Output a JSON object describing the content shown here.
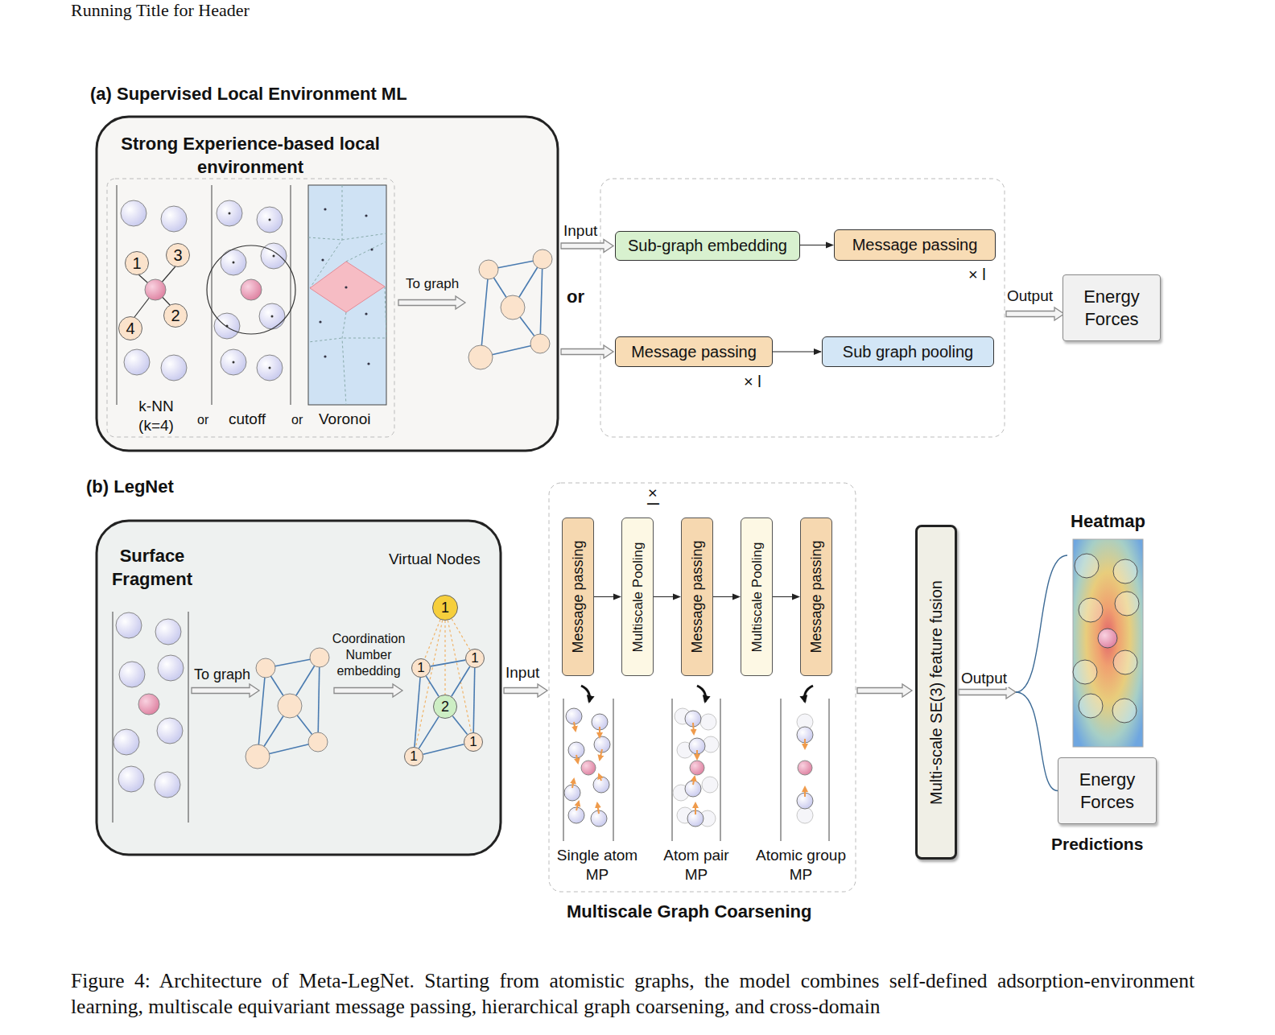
{
  "diagram": {
    "caption": "Figure 4: Architecture of Meta-LegNet. Starting from atomistic graphs, the model combines self-defined adsorption-environment learning, multiscale equivariant message passing, hierarchical graph coarsening, and cross-domain",
    "nodes": [
      {
        "text": [
          "Strong Experience-based local environment"
        ]
      },
      {
        "text": [
          "1"
        ],
        "in": 0
      },
      {
        "text": [
          "3"
        ],
        "in": 0
      },
      {
        "text": [
          "2"
        ],
        "in": 0
      },
      {
        "text": [
          "4"
        ],
        "in": 0
      },
      {
        "text": [
          "Sub-graph embedding"
        ]
      },
      {
        "text": [
          "Message passing"
        ]
      },
      {
        "text": [
          "Message passing"
        ]
      },
      {
        "text": [
          "Sub graph pooling"
        ]
      },
      {
        "text": [
          "Energy Forces"
        ]
      },
      {
        "text": [
          "Surface Fragment"
        ]
      },
      {
        "text": [
          "1"
        ],
        "in": 10
      },
      {
        "text": [
          "1"
        ],
        "in": 10
      },
      {
        "text": [
          "1"
        ],
        "in": 10
      },
      {
        "text": [
          "2"
        ],
        "in": 10
      },
      {
        "text": [
          "1"
        ],
        "in": 10
      },
      {
        "text": [
          "1"
        ],
        "in": 10
      },
      {
        "text": [
          "Message passing"
        ]
      },
      {
        "text": [
          "Multiscale Pooling"
        ]
      },
      {
        "text": [
          "Message passing"
        ]
      },
      {
        "text": [
          "Multiscale Pooling"
        ]
      },
      {
        "text": [
          "Message passing"
        ]
      },
      {
        "text": [
          "Multi-scale SE(3) feature fusion"
        ]
      },
      {
        "text": [
          "Heatmap"
        ]
      },
      {
        "text": [
          "Energy Forces"
        ]
      }
    ],
    "edges": [
      {
        "from": 0,
        "to": 5,
        "arrow": "to",
        "label": "Input"
      },
      {
        "from": 0,
        "to": 7,
        "arrow": "to"
      },
      {
        "from": 5,
        "to": 6,
        "arrow": "to"
      },
      {
        "from": 7,
        "to": 8,
        "arrow": "to"
      },
      {
        "from": 11,
        "to": 12,
        "arrow": "none"
      },
      {
        "from": 11,
        "to": 13,
        "arrow": "none"
      },
      {
        "from": 11,
        "to": 14,
        "arrow": "none"
      },
      {
        "from": 11,
        "to": 15,
        "arrow": "none"
      },
      {
        "from": 11,
        "to": 16,
        "arrow": "none"
      },
      {
        "from": 12,
        "to": 13,
        "arrow": "none"
      },
      {
        "from": 12,
        "to": 14,
        "arrow": "none"
      },
      {
        "from": 13,
        "to": 14,
        "arrow": "none"
      },
      {
        "from": 12,
        "to": 15,
        "arrow": "none"
      },
      {
        "from": 14,
        "to": 16,
        "arrow": "none"
      },
      {
        "from": 15,
        "to": 16,
        "arrow": "none"
      },
      {
        "from": 13,
        "to": 16,
        "arrow": "none"
      },
      {
        "from": 15,
        "to": 14,
        "arrow": "none"
      },
      {
        "from": 17,
        "to": 18,
        "arrow": "to"
      },
      {
        "from": 18,
        "to": 19,
        "arrow": "to"
      },
      {
        "from": 19,
        "to": 20,
        "arrow": "to"
      },
      {
        "from": 20,
        "to": 21,
        "arrow": "to"
      },
      {
        "from": 22,
        "to": 23,
        "arrow": "none",
        "label": "Output"
      },
      {
        "from": 22,
        "to": 24,
        "arrow": "none"
      }
    ],
    "labels": [
      "Running Title for Header",
      "(a) Supervised Local Environment ML",
      "k-NN (k=4)",
      "or",
      "cutoff",
      "or",
      "Voronoi",
      "To graph",
      "or",
      "× l",
      "× l",
      "Output",
      "(b) LegNet",
      "To graph",
      "Coordination Number embedding",
      "Virtual Nodes",
      "Input",
      "× l",
      "Single atom MP",
      "Atom pair MP",
      "Atomic group MP",
      "Multiscale Graph Coarsening",
      "Predictions"
    ]
  }
}
